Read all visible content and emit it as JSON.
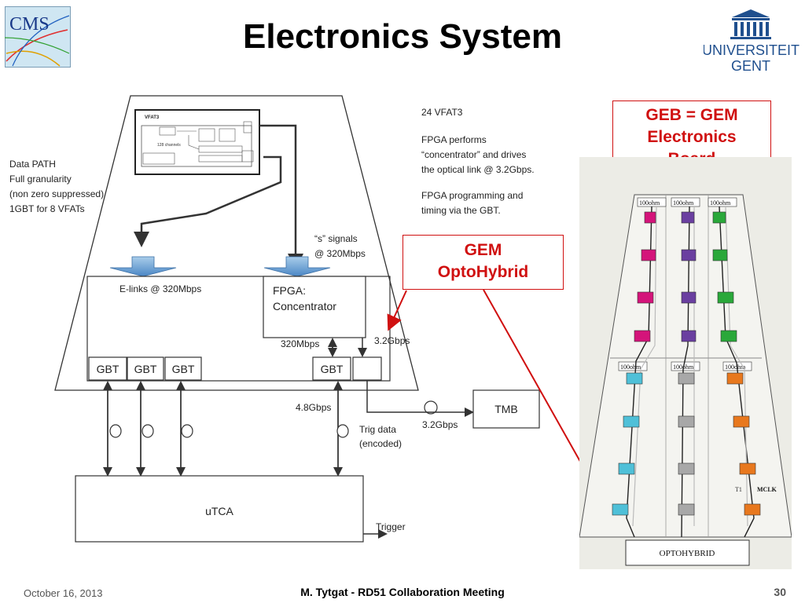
{
  "title": "Electronics System",
  "logos": {
    "cms": "CMS",
    "university_line1": "UNIVERSITEIT",
    "university_line2": "GENT"
  },
  "notes": {
    "data_path": "Data PATH\nFull granularity\n(non zero suppressed)\n1GBT for 8 VFATs",
    "vfat_count": "24 VFAT3",
    "fpga_desc": "FPGA performs\n“concentrator” and drives\nthe optical link @ 3.2Gbps.",
    "fpga_prog": "FPGA programming and\ntiming via the GBT.",
    "s_signals": "“s” signals\n@ 320Mbps"
  },
  "vfat_chip": {
    "title": "VFAT3",
    "channels": "128 channels"
  },
  "blocks": {
    "elinks": "E-links @ 320Mbps",
    "fpga": "FPGA:\nConcentrator",
    "gbt": [
      "GBT",
      "GBT",
      "GBT"
    ],
    "gbt_right": "GBT",
    "tmb": "TMB",
    "utca": "uTCA"
  },
  "link_labels": {
    "mbps_320": "320Mbps",
    "gbps_32_upper": "3.2Gbps",
    "gbps_48": "4.8Gbps",
    "trig_data": "Trig data\n(encoded)",
    "gbps_32_lower": "3.2Gbps",
    "trigger": "Trigger"
  },
  "callouts": {
    "geb": "GEB = GEM\nElectronics\nBoard",
    "optohybrid": "GEM\nOptoHybrid"
  },
  "board": {
    "resistor_label": "100ohm",
    "optohybrid": "OPTOHYBRID",
    "t1": "T1",
    "mclk": "MCLK",
    "colors": {
      "magenta": "#d4147a",
      "purple": "#6a3fa0",
      "green": "#2aa83a",
      "cyan": "#4fc0d8",
      "gray": "#a8a8a8",
      "orange": "#e8781e"
    }
  },
  "footer": {
    "date": "October 16, 2013",
    "center": "M. Tytgat - RD51 Collaboration Meeting",
    "page": "30"
  }
}
